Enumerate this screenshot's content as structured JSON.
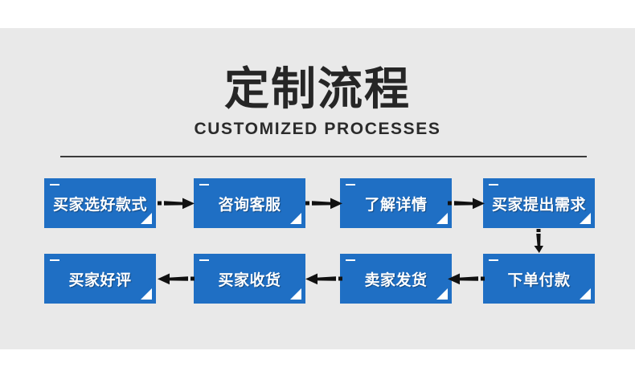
{
  "page": {
    "title_cn": "定制流程",
    "title_en": "CUSTOMIZED PROCESSES",
    "background_color": "#e9e9e9",
    "accent_color": "#1f6fc4",
    "text_color": "#262626"
  },
  "flow": {
    "row1": [
      {
        "label": "买家选好款式"
      },
      {
        "label": "咨询客服"
      },
      {
        "label": "了解详情"
      },
      {
        "label": "买家提出需求"
      }
    ],
    "row2": [
      {
        "label": "买家好评"
      },
      {
        "label": "买家收货"
      },
      {
        "label": "卖家发货"
      },
      {
        "label": "下单付款"
      }
    ],
    "arrows": {
      "row1_direction": "right",
      "row2_direction": "left",
      "connector_direction": "down"
    }
  }
}
